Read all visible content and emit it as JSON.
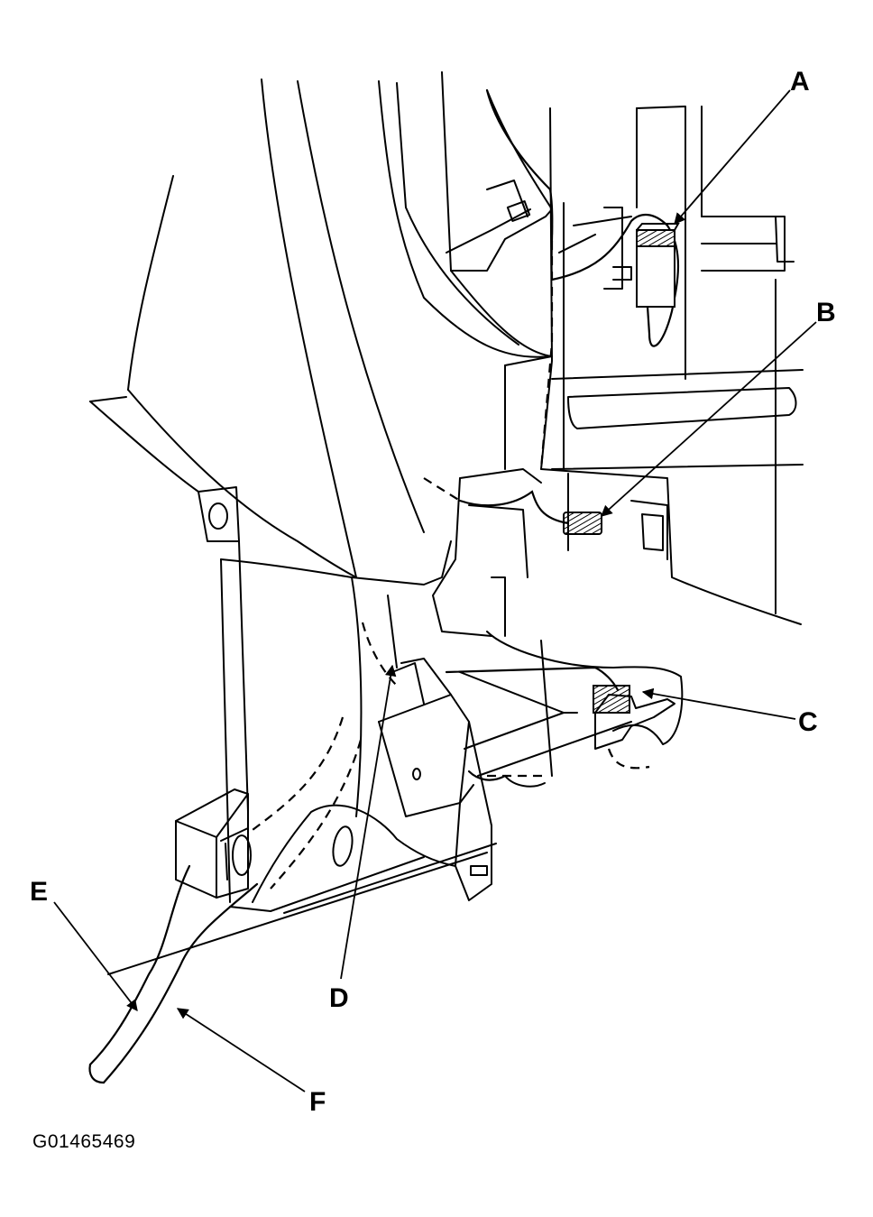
{
  "callouts": {
    "a": "A",
    "b": "B",
    "c": "C",
    "d": "D",
    "e": "E",
    "f": "F"
  },
  "figure_code": "G01465469",
  "colors": {
    "line": "#000000",
    "background": "#ffffff"
  }
}
